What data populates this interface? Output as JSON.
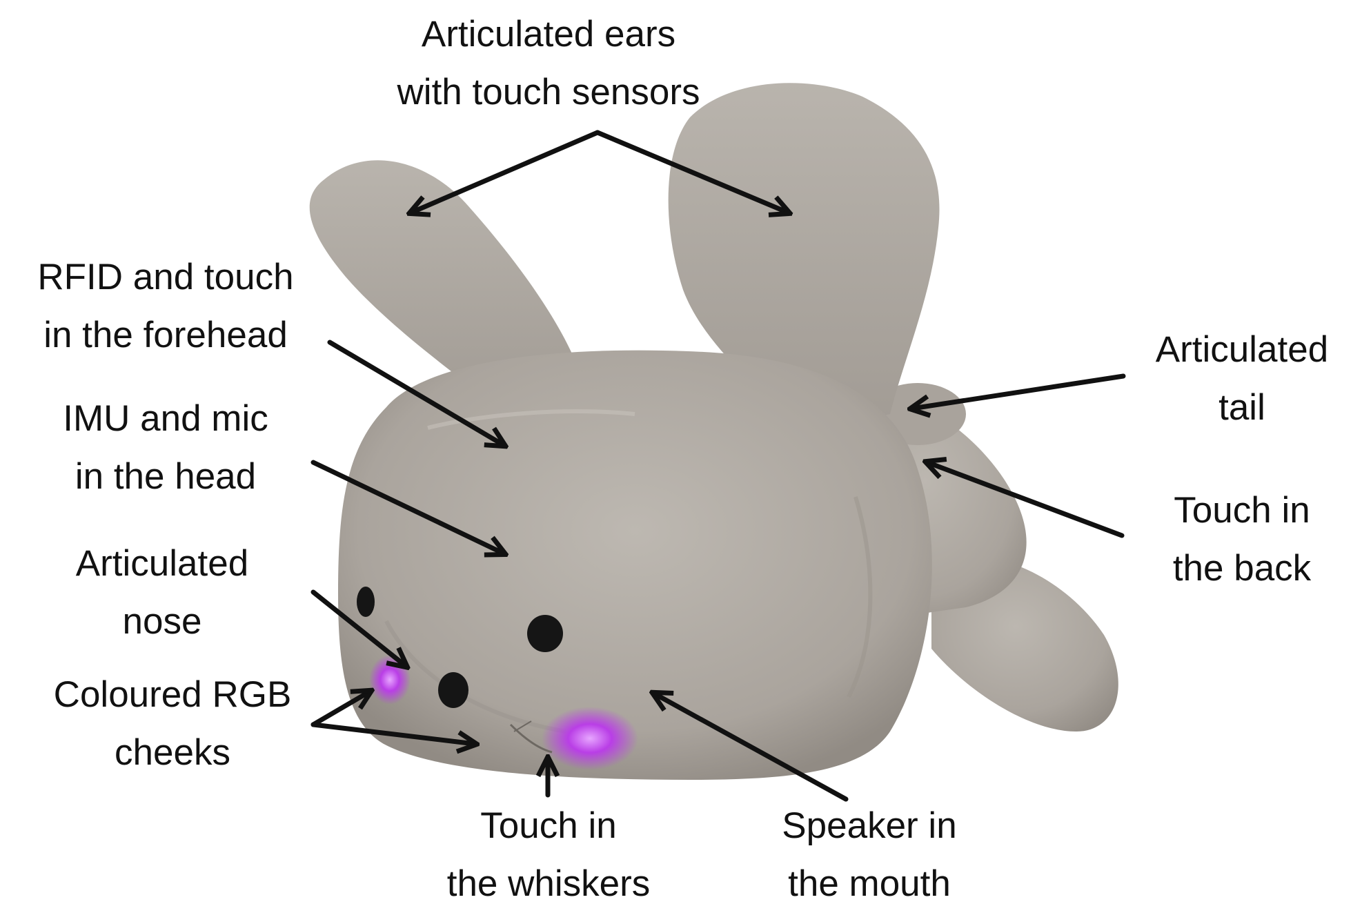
{
  "figure": {
    "subject": "plush-bunny-robot",
    "colors": {
      "fur": "#aba59e",
      "fur_dark": "#8f8982",
      "fur_light": "#c4bfb8",
      "eye": "#151515",
      "cheek_glow": "#b93ee6",
      "ink": "#111111",
      "background": "#ffffff"
    },
    "labels": {
      "ears": [
        "Articulated ears",
        "with touch sensors"
      ],
      "forehead": [
        "RFID and touch",
        "in  the forehead"
      ],
      "head": [
        "IMU and mic",
        "in the head"
      ],
      "nose": [
        "Articulated",
        "nose"
      ],
      "cheeks": [
        "Coloured RGB",
        "cheeks"
      ],
      "whiskers": [
        "Touch in",
        "the whiskers"
      ],
      "mouth": [
        "Speaker in",
        "the mouth"
      ],
      "tail": [
        "Articulated",
        "tail"
      ],
      "back": [
        "Touch in",
        "the back"
      ]
    }
  }
}
